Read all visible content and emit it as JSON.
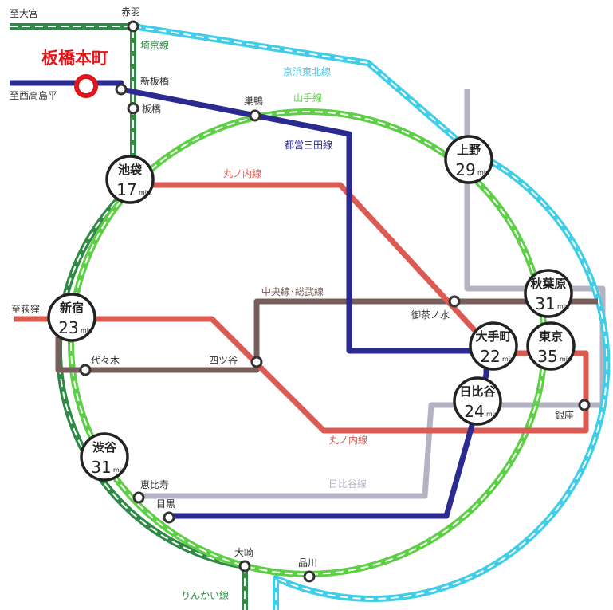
{
  "origin": {
    "name": "板橋本町",
    "color": "#e0161c"
  },
  "lines": {
    "yamanote": {
      "label": "山手線",
      "color": "#5ccf45"
    },
    "keihin": {
      "label": "京浜東北線",
      "color": "#3fcde8"
    },
    "saikyo": {
      "label": "埼京線",
      "color": "#2e8a45"
    },
    "rinkai": {
      "label": "りんかい線",
      "color": "#2e8a45"
    },
    "mita": {
      "label": "都営三田線",
      "color": "#2a2a90"
    },
    "marunouchi_top": {
      "label": "丸ノ内線",
      "color": "#db5a52"
    },
    "marunouchi_bottom": {
      "label": "丸ノ内線",
      "color": "#db5a52"
    },
    "chuo": {
      "label": "中央線･総武線",
      "color": "#775e5a"
    },
    "hibiya": {
      "label": "日比谷線",
      "color": "#b3b3c3"
    }
  },
  "directions": {
    "omiya": "至大宮",
    "nishitakashimadaira": "至西高島平",
    "ogikubo": "至荻窪"
  },
  "stations": {
    "akabane": "赤羽",
    "shin_itabashi": "新板橋",
    "itabashi": "板橋",
    "sugamo": "巣鴨",
    "ochanomizu": "御茶ノ水",
    "yotsuya": "四ツ谷",
    "yoyogi": "代々木",
    "ginza": "銀座",
    "ebisu": "恵比寿",
    "meguro": "目黒",
    "osaki": "大崎",
    "shinagawa": "品川"
  },
  "major": {
    "ikebukuro": {
      "name": "池袋",
      "minutes": "17",
      "unit": "min"
    },
    "ueno": {
      "name": "上野",
      "minutes": "29",
      "unit": "min"
    },
    "akihabara": {
      "name": "秋葉原",
      "minutes": "31",
      "unit": "min"
    },
    "shinjuku": {
      "name": "新宿",
      "minutes": "23",
      "unit": "min"
    },
    "otemachi": {
      "name": "大手町",
      "minutes": "22",
      "unit": "min"
    },
    "tokyo": {
      "name": "東京",
      "minutes": "35",
      "unit": "min"
    },
    "hibiya": {
      "name": "日比谷",
      "minutes": "24",
      "unit": "min"
    },
    "shibuya": {
      "name": "渋谷",
      "minutes": "31",
      "unit": "min"
    }
  }
}
